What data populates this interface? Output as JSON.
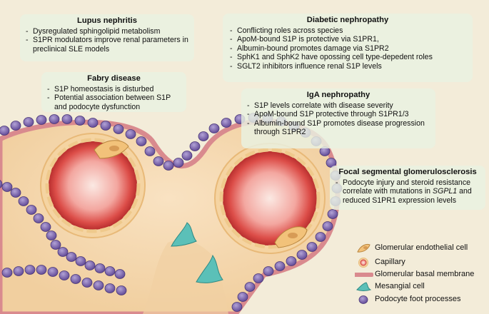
{
  "boxes": {
    "lupus": {
      "title": "Lupus nephritis",
      "items": [
        "Dysregulated sphingolipid metabolism",
        "S1PR modulators improve renal parameters in preclinical SLE models"
      ]
    },
    "diabetic": {
      "title": "Diabetic nephropathy",
      "items": [
        "Conflicting roles across species",
        "ApoM-bound S1P is protective via S1PR1,",
        "Albumin-bound promotes damage via S1PR2",
        "SphK1 and SphK2 have opossing cell type-depedent roles",
        "SGLT2 inhibitors influence renal S1P levels"
      ]
    },
    "fabry": {
      "title": "Fabry disease",
      "items": [
        "S1P homeostasis is disturbed",
        "Potential association between  S1P and podocyte dysfunction"
      ]
    },
    "iga": {
      "title": "IgA nephropathy",
      "items": [
        "S1P levels correlate with disease severity",
        "ApoM-bound S1P protective through S1PR1/3",
        "Albumin-bound S1P promotes disease progression through S1PR2"
      ]
    },
    "fsgs": {
      "title": "Focal segmental glomerulosclerosis",
      "items": [
        "Podocyte injury and steroid resistance correlate with mutations in ",
        "SGPL1",
        " and reduced S1PR1 expression levels"
      ]
    }
  },
  "legend": [
    {
      "label": "Glomerular endothelial cell",
      "icon": "endothelial-cell-icon"
    },
    {
      "label": "Capillary",
      "icon": "capillary-icon"
    },
    {
      "label": "Glomerular basal membrane",
      "icon": "basal-membrane-icon"
    },
    {
      "label": "Mesangial cell",
      "icon": "mesangial-cell-icon"
    },
    {
      "label": "Podocyte foot processes",
      "icon": "podocyte-icon"
    }
  ],
  "colors": {
    "background": "#f3ecd9",
    "glomerulus_fill": "#f7d9b0",
    "basal_membrane": "#d98a8e",
    "capillary": "#d23a3a",
    "endothelial": "#f2c27a",
    "mesangial": "#5bc0b8",
    "podocyte": "#6d55a0"
  }
}
